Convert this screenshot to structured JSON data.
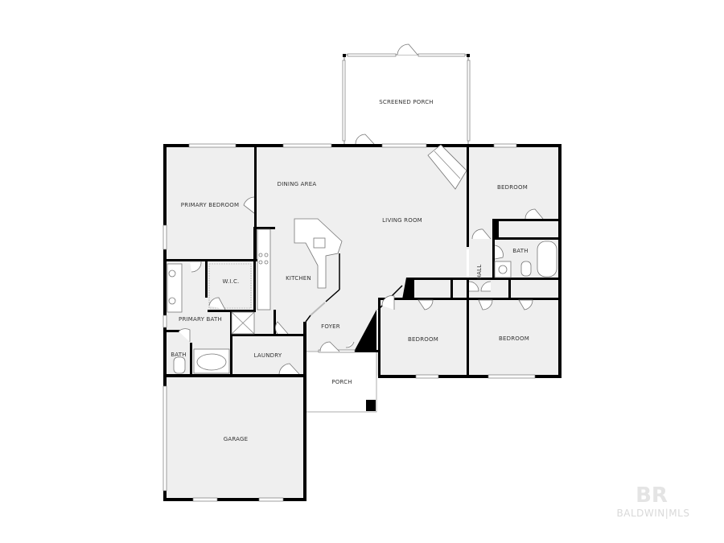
{
  "floorplan": {
    "rooms": {
      "screened_porch": "SCREENED PORCH",
      "dining_area": "DINING AREA",
      "primary_bedroom": "PRIMARY BEDROOM",
      "living_room": "LIVING ROOM",
      "bedroom_ne": "BEDROOM",
      "bath_ne": "BATH",
      "hall": "HALL",
      "wic": "W.I.C.",
      "kitchen": "KITCHEN",
      "primary_bath": "PRIMARY BATH",
      "foyer": "FOYER",
      "bedroom_mid": "BEDROOM",
      "bedroom_se": "BEDROOM",
      "bath_sw": "BATH",
      "laundry": "LAUNDRY",
      "porch": "PORCH",
      "garage": "GARAGE"
    }
  },
  "watermark": {
    "logo": "BR",
    "text": "BALDWIN|MLS"
  }
}
